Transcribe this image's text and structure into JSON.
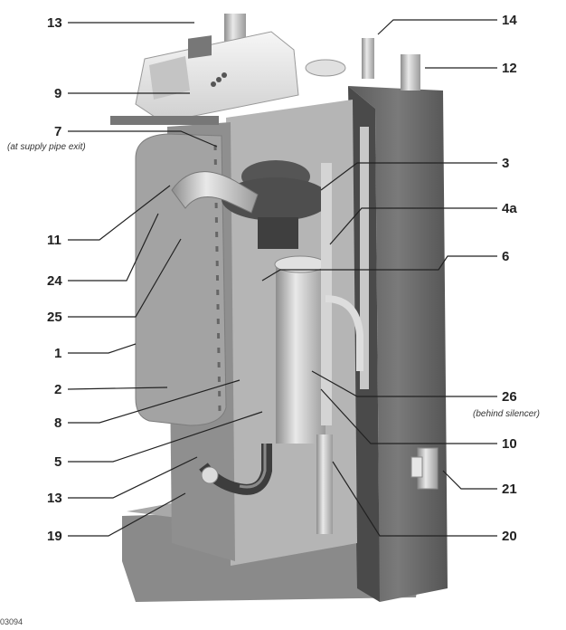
{
  "diagram": {
    "callouts": [
      {
        "label": "13"
      },
      {
        "label": "14"
      },
      {
        "label": "12"
      },
      {
        "label": "9"
      },
      {
        "label": "7"
      },
      {
        "label": "3"
      },
      {
        "label": "4a"
      },
      {
        "label": "11"
      },
      {
        "label": "6"
      },
      {
        "label": "24"
      },
      {
        "label": "25"
      },
      {
        "label": "1"
      },
      {
        "label": "2"
      },
      {
        "label": "26"
      },
      {
        "label": "8"
      },
      {
        "label": "10"
      },
      {
        "label": "5"
      },
      {
        "label": "21"
      },
      {
        "label": "13"
      },
      {
        "label": "20"
      },
      {
        "label": "19"
      }
    ],
    "notes": {
      "supply_pipe_exit": "(at supply pipe exit)",
      "behind_silencer": "(behind silencer)"
    },
    "figure_code": "03094",
    "colors": {
      "cabinet_dark": "#6f6f6f",
      "cabinet_light": "#bdbdbd",
      "control_box": "#ececec",
      "leader": "#222222"
    }
  }
}
